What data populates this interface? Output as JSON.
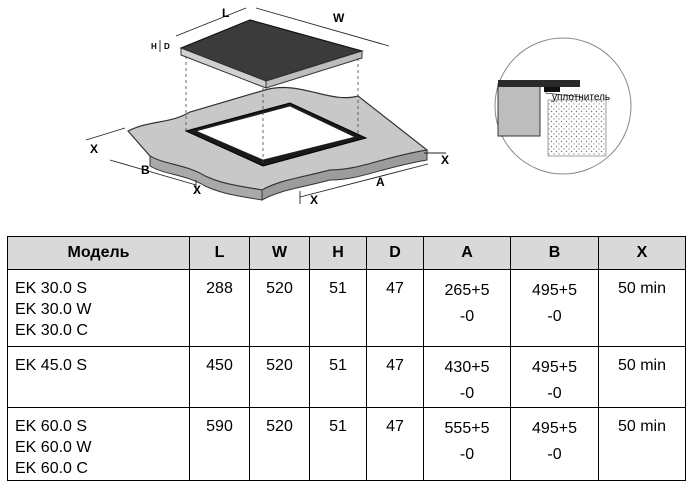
{
  "diagram": {
    "labels": {
      "L": "L",
      "W": "W",
      "H": "H",
      "D": "D",
      "A": "A",
      "B": "B",
      "X": "X"
    },
    "seal_label": "уплотнитель"
  },
  "table": {
    "headers": [
      "Модель",
      "L",
      "W",
      "H",
      "D",
      "A",
      "B",
      "X"
    ],
    "rows": [
      {
        "models": [
          "EK 30.0 S",
          "EK 30.0 W",
          "EK 30.0 C"
        ],
        "L": "288",
        "W": "520",
        "H": "51",
        "D": "47",
        "A": [
          "265+5",
          "-0"
        ],
        "B": [
          "495+5",
          "-0"
        ],
        "X": "50 min"
      },
      {
        "models": [
          "EK 45.0 S"
        ],
        "L": "450",
        "W": "520",
        "H": "51",
        "D": "47",
        "A": [
          "430+5",
          "-0"
        ],
        "B": [
          "495+5",
          "-0"
        ],
        "X": "50 min"
      },
      {
        "models": [
          "EK 60.0 S",
          "EK 60.0 W",
          "EK 60.0 C"
        ],
        "L": "590",
        "W": "520",
        "H": "51",
        "D": "47",
        "A": [
          "555+5",
          "-0"
        ],
        "B": [
          "495+5",
          "-0"
        ],
        "X": "50 min"
      }
    ]
  }
}
